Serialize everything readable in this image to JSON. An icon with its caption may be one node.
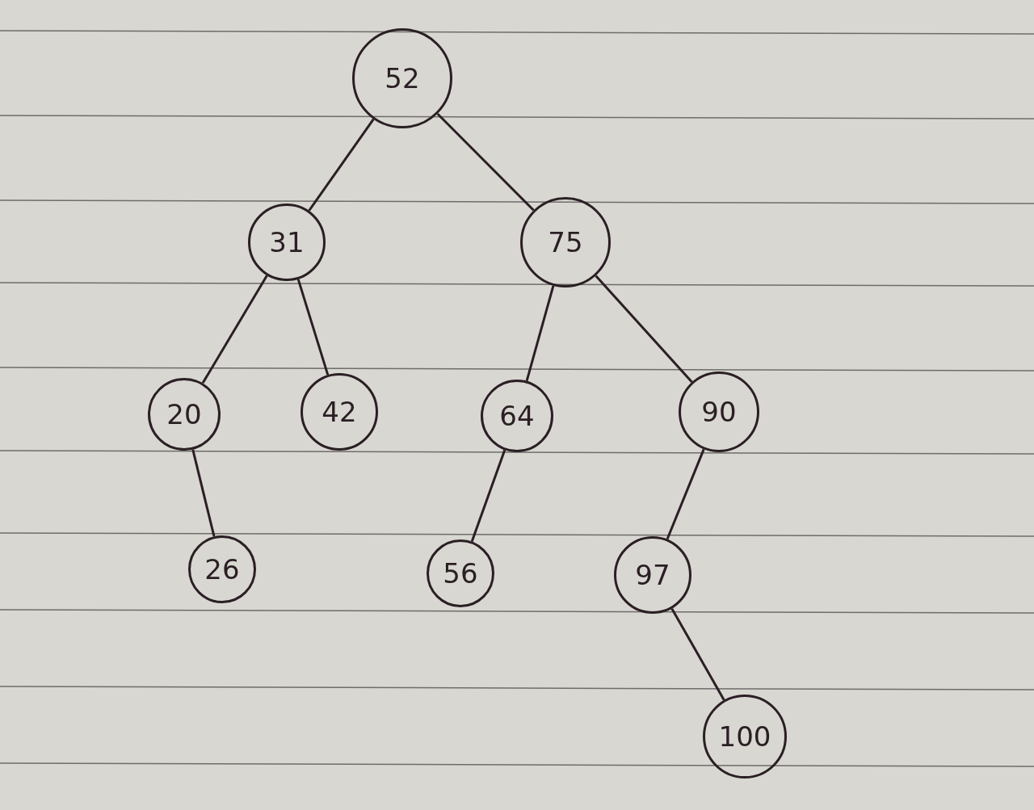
{
  "diagram": {
    "nodes": [
      {
        "text": [
          "52"
        ]
      },
      {
        "text": [
          "31"
        ]
      },
      {
        "text": [
          "75"
        ]
      },
      {
        "text": [
          "20"
        ]
      },
      {
        "text": [
          "42"
        ]
      },
      {
        "text": [
          "64"
        ]
      },
      {
        "text": [
          "90"
        ]
      },
      {
        "text": [
          "26"
        ]
      },
      {
        "text": [
          "56"
        ]
      },
      {
        "text": [
          "97"
        ]
      },
      {
        "text": [
          "100"
        ]
      }
    ],
    "edges": [
      {
        "from": 0,
        "to": 1,
        "arrow": "none"
      },
      {
        "from": 0,
        "to": 2,
        "arrow": "none"
      },
      {
        "from": 1,
        "to": 3,
        "arrow": "none"
      },
      {
        "from": 1,
        "to": 4,
        "arrow": "none"
      },
      {
        "from": 2,
        "to": 5,
        "arrow": "none"
      },
      {
        "from": 2,
        "to": 6,
        "arrow": "none"
      },
      {
        "from": 3,
        "to": 7,
        "arrow": "none"
      },
      {
        "from": 5,
        "to": 8,
        "arrow": "none"
      },
      {
        "from": 6,
        "to": 9,
        "arrow": "none"
      },
      {
        "from": 9,
        "to": 10,
        "arrow": "none"
      }
    ]
  }
}
